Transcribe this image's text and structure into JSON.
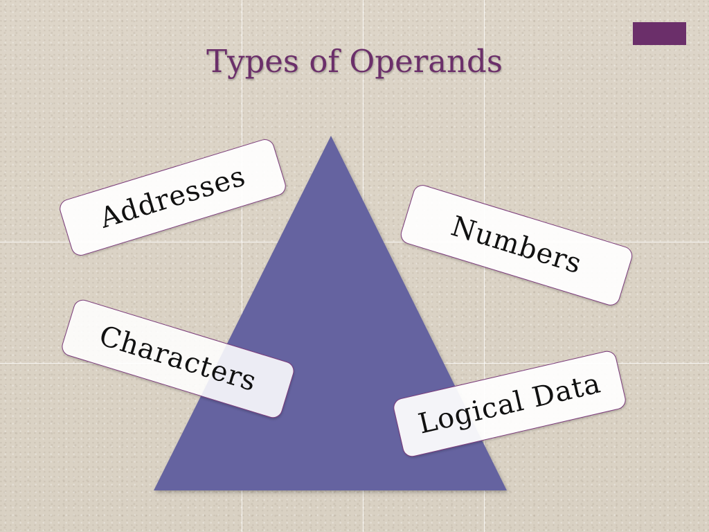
{
  "slide": {
    "title": "Types of Operands",
    "accent_color": "#6b2f6a",
    "pyramid_color": "#6564a0"
  },
  "labels": {
    "addresses": "Addresses",
    "numbers": "Numbers",
    "characters": "Characters",
    "logical_data": "Logical Data"
  }
}
